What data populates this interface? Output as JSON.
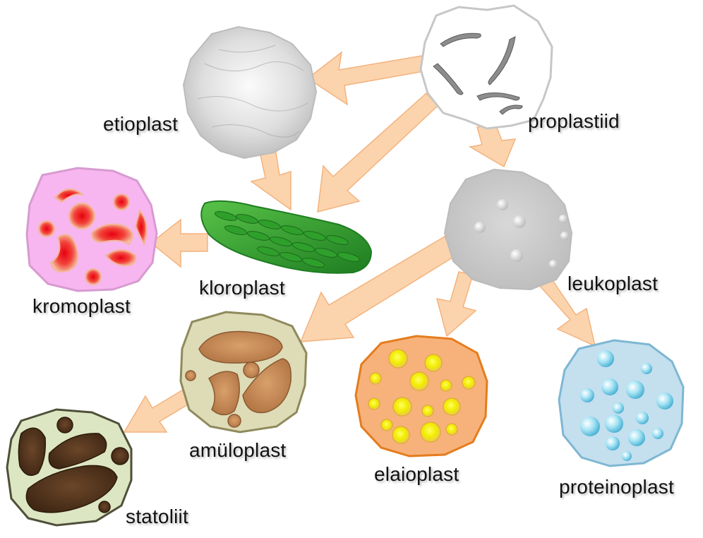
{
  "labels": {
    "proplastiid": "proplastiid",
    "etioplast": "etioplast",
    "kloroplast": "kloroplast",
    "kromoplast": "kromoplast",
    "leukoplast": "leukoplast",
    "amuloplast": "amüloplast",
    "elaioplast": "elaioplast",
    "proteinoplast": "proteinoplast",
    "statoliit": "statoliit"
  },
  "colors": {
    "arrow_fill": "#fbd4ad",
    "arrow_stroke": "#f4b27d",
    "kromoplast_body": "#f7b6ef",
    "kromoplast_blob": "#e8141c",
    "kloroplast": "#2c9a2c",
    "leukoplast_body": "#c9c9c9",
    "amuloplast_body": "#dedbb7",
    "amuloplast_grain": "#c07e4b",
    "statoliit_body": "#dde6c3",
    "statoliit_grain": "#5b3a22",
    "elaioplast_body": "#f6b27a",
    "elaioplast_drop": "#fff12a",
    "proteinoplast_body": "#c4dfee",
    "proteinoplast_bubble": "#7ccbe6"
  }
}
